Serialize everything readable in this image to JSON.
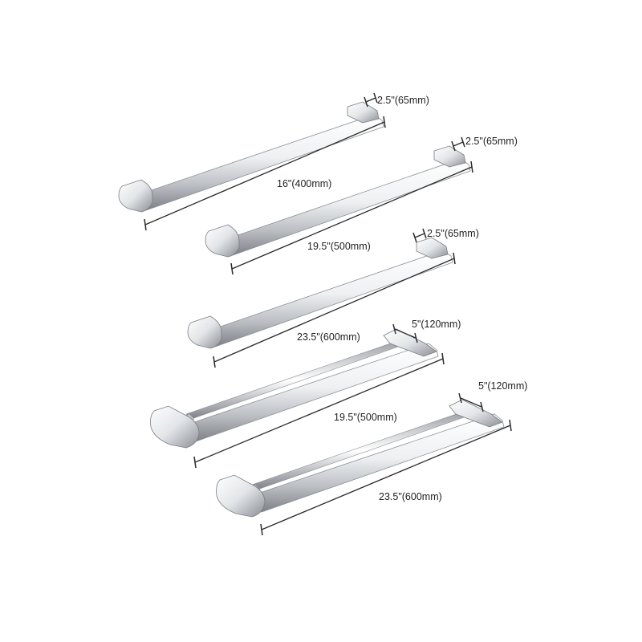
{
  "colors": {
    "background": "#ffffff",
    "chrome_light": "#ffffff",
    "chrome_mid": "#d6d9dc",
    "chrome_dark": "#8d9196",
    "chrome_edge": "#6f747a",
    "dimension_line": "#2a2a2a"
  },
  "products": [
    {
      "id": "single-400",
      "type": "single",
      "length_label": "16\"(400mm)",
      "depth_label": "2.5\"(65mm)"
    },
    {
      "id": "single-500",
      "type": "single",
      "length_label": "19.5\"(500mm)",
      "depth_label": "2.5\"(65mm)"
    },
    {
      "id": "single-600",
      "type": "single",
      "length_label": "23.5\"(600mm)",
      "depth_label": "2.5\"(65mm)"
    },
    {
      "id": "double-500",
      "type": "double",
      "length_label": "19.5\"(500mm)",
      "depth_label": "5\"(120mm)"
    },
    {
      "id": "double-600",
      "type": "double",
      "length_label": "23.5\"(600mm)",
      "depth_label": "5\"(120mm)"
    }
  ]
}
